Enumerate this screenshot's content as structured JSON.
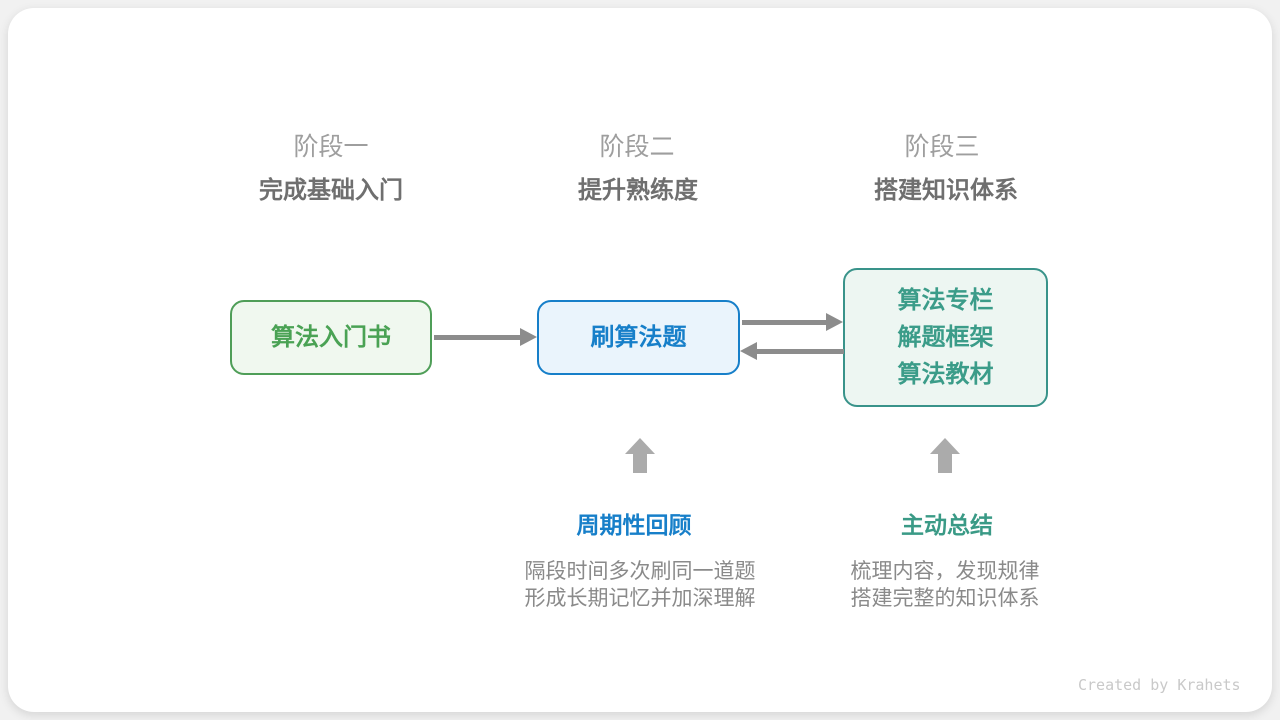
{
  "stages": [
    {
      "label": "阶段一",
      "subtitle": "完成基础入门"
    },
    {
      "label": "阶段二",
      "subtitle": "提升熟练度"
    },
    {
      "label": "阶段三",
      "subtitle": "搭建知识体系"
    }
  ],
  "nodes": [
    {
      "lines": [
        "算法入门书"
      ],
      "color": "#4aa254"
    },
    {
      "lines": [
        "刷算法题"
      ],
      "color": "#177fc9"
    },
    {
      "lines": [
        "算法专栏",
        "解题框架",
        "算法教材"
      ],
      "color": "#3b9c89"
    }
  ],
  "annotations": [
    {
      "title": "周期性回顾",
      "title_color": "#177fc9",
      "desc_lines": [
        "隔段时间多次刷同一道题",
        "形成长期记忆并加深理解"
      ]
    },
    {
      "title": "主动总结",
      "title_color": "#3a9a86",
      "desc_lines": [
        "梳理内容，发现规律",
        "搭建完整的知识体系"
      ]
    }
  ],
  "footer": {
    "credit": "Created by Krahets"
  },
  "colors": {
    "page_bg": "#f1f1f1",
    "card_bg": "#ffffff",
    "green_border": "#4f9e58",
    "green_bg": "#f0f8ef",
    "blue_border": "#177fc9",
    "blue_bg": "#eaf4fc",
    "teal_border": "#39938a",
    "teal_bg": "#edf6f2",
    "arrow_gray": "#8c8c8c",
    "up_arrow_gray": "#ababab",
    "stage_label_gray": "#9e9e9e",
    "stage_subtitle_gray": "#6f6f6f",
    "desc_gray": "#8a8a8a",
    "credit_gray": "#c9c9c9"
  }
}
